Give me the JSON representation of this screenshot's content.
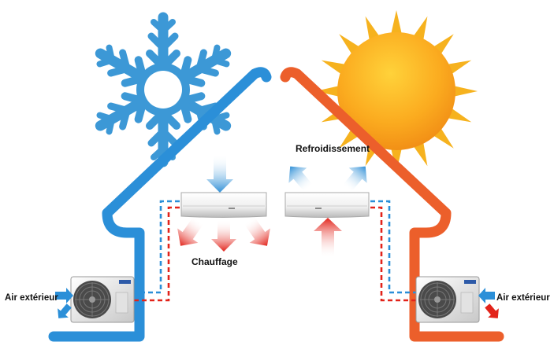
{
  "labels": {
    "cooling": "Refroidissement",
    "heating": "Chauffage",
    "outdoor_left": "Air extérieur",
    "outdoor_right": "Air extérieur"
  },
  "colors": {
    "cold_house": "#2b8fd8",
    "warm_house": "#ec5f2b",
    "snowflake": "#3c98d6",
    "sun": "#f5a41c",
    "sun_rays": "#f6b21e",
    "pipe_red": "#e2231a",
    "pipe_blue": "#2b8fd8"
  },
  "icons": [
    "snowflake-icon",
    "sun-icon",
    "fan-icon",
    "wall-ac-unit",
    "outdoor-unit"
  ]
}
